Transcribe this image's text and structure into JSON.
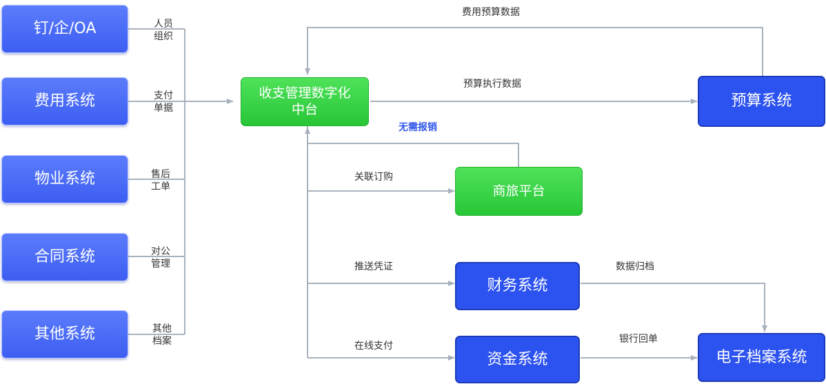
{
  "nodes": {
    "oa": "钉/企/OA",
    "expense": "费用系统",
    "property": "物业系统",
    "contract": "合同系统",
    "other": "其他系统",
    "center": "收支管理数字化\n中台",
    "budget": "预算系统",
    "travel": "商旅平台",
    "finance": "财务系统",
    "funds": "资金系统",
    "archive": "电子档案系统"
  },
  "labels": {
    "oa_flow": "人员\n组织",
    "expense_flow": "支付\n单据",
    "property_flow": "售后\n工单",
    "contract_flow": "对公\n管理",
    "other_flow": "其他\n档案",
    "budget_data": "费用预算数据",
    "budget_exec": "预算执行数据",
    "no_reimburse": "无需报销",
    "linked_purchase": "关联订购",
    "push_voucher": "推送凭证",
    "online_pay": "在线支付",
    "data_archive": "数据归档",
    "bank_receipt": "银行回单"
  },
  "colors": {
    "source_blue": "#4a6cf7",
    "system_blue": "#2c52f0",
    "platform_green": "#2fd040",
    "connector_gray": "#a8b2bd",
    "highlight_text": "#2f55e8"
  }
}
